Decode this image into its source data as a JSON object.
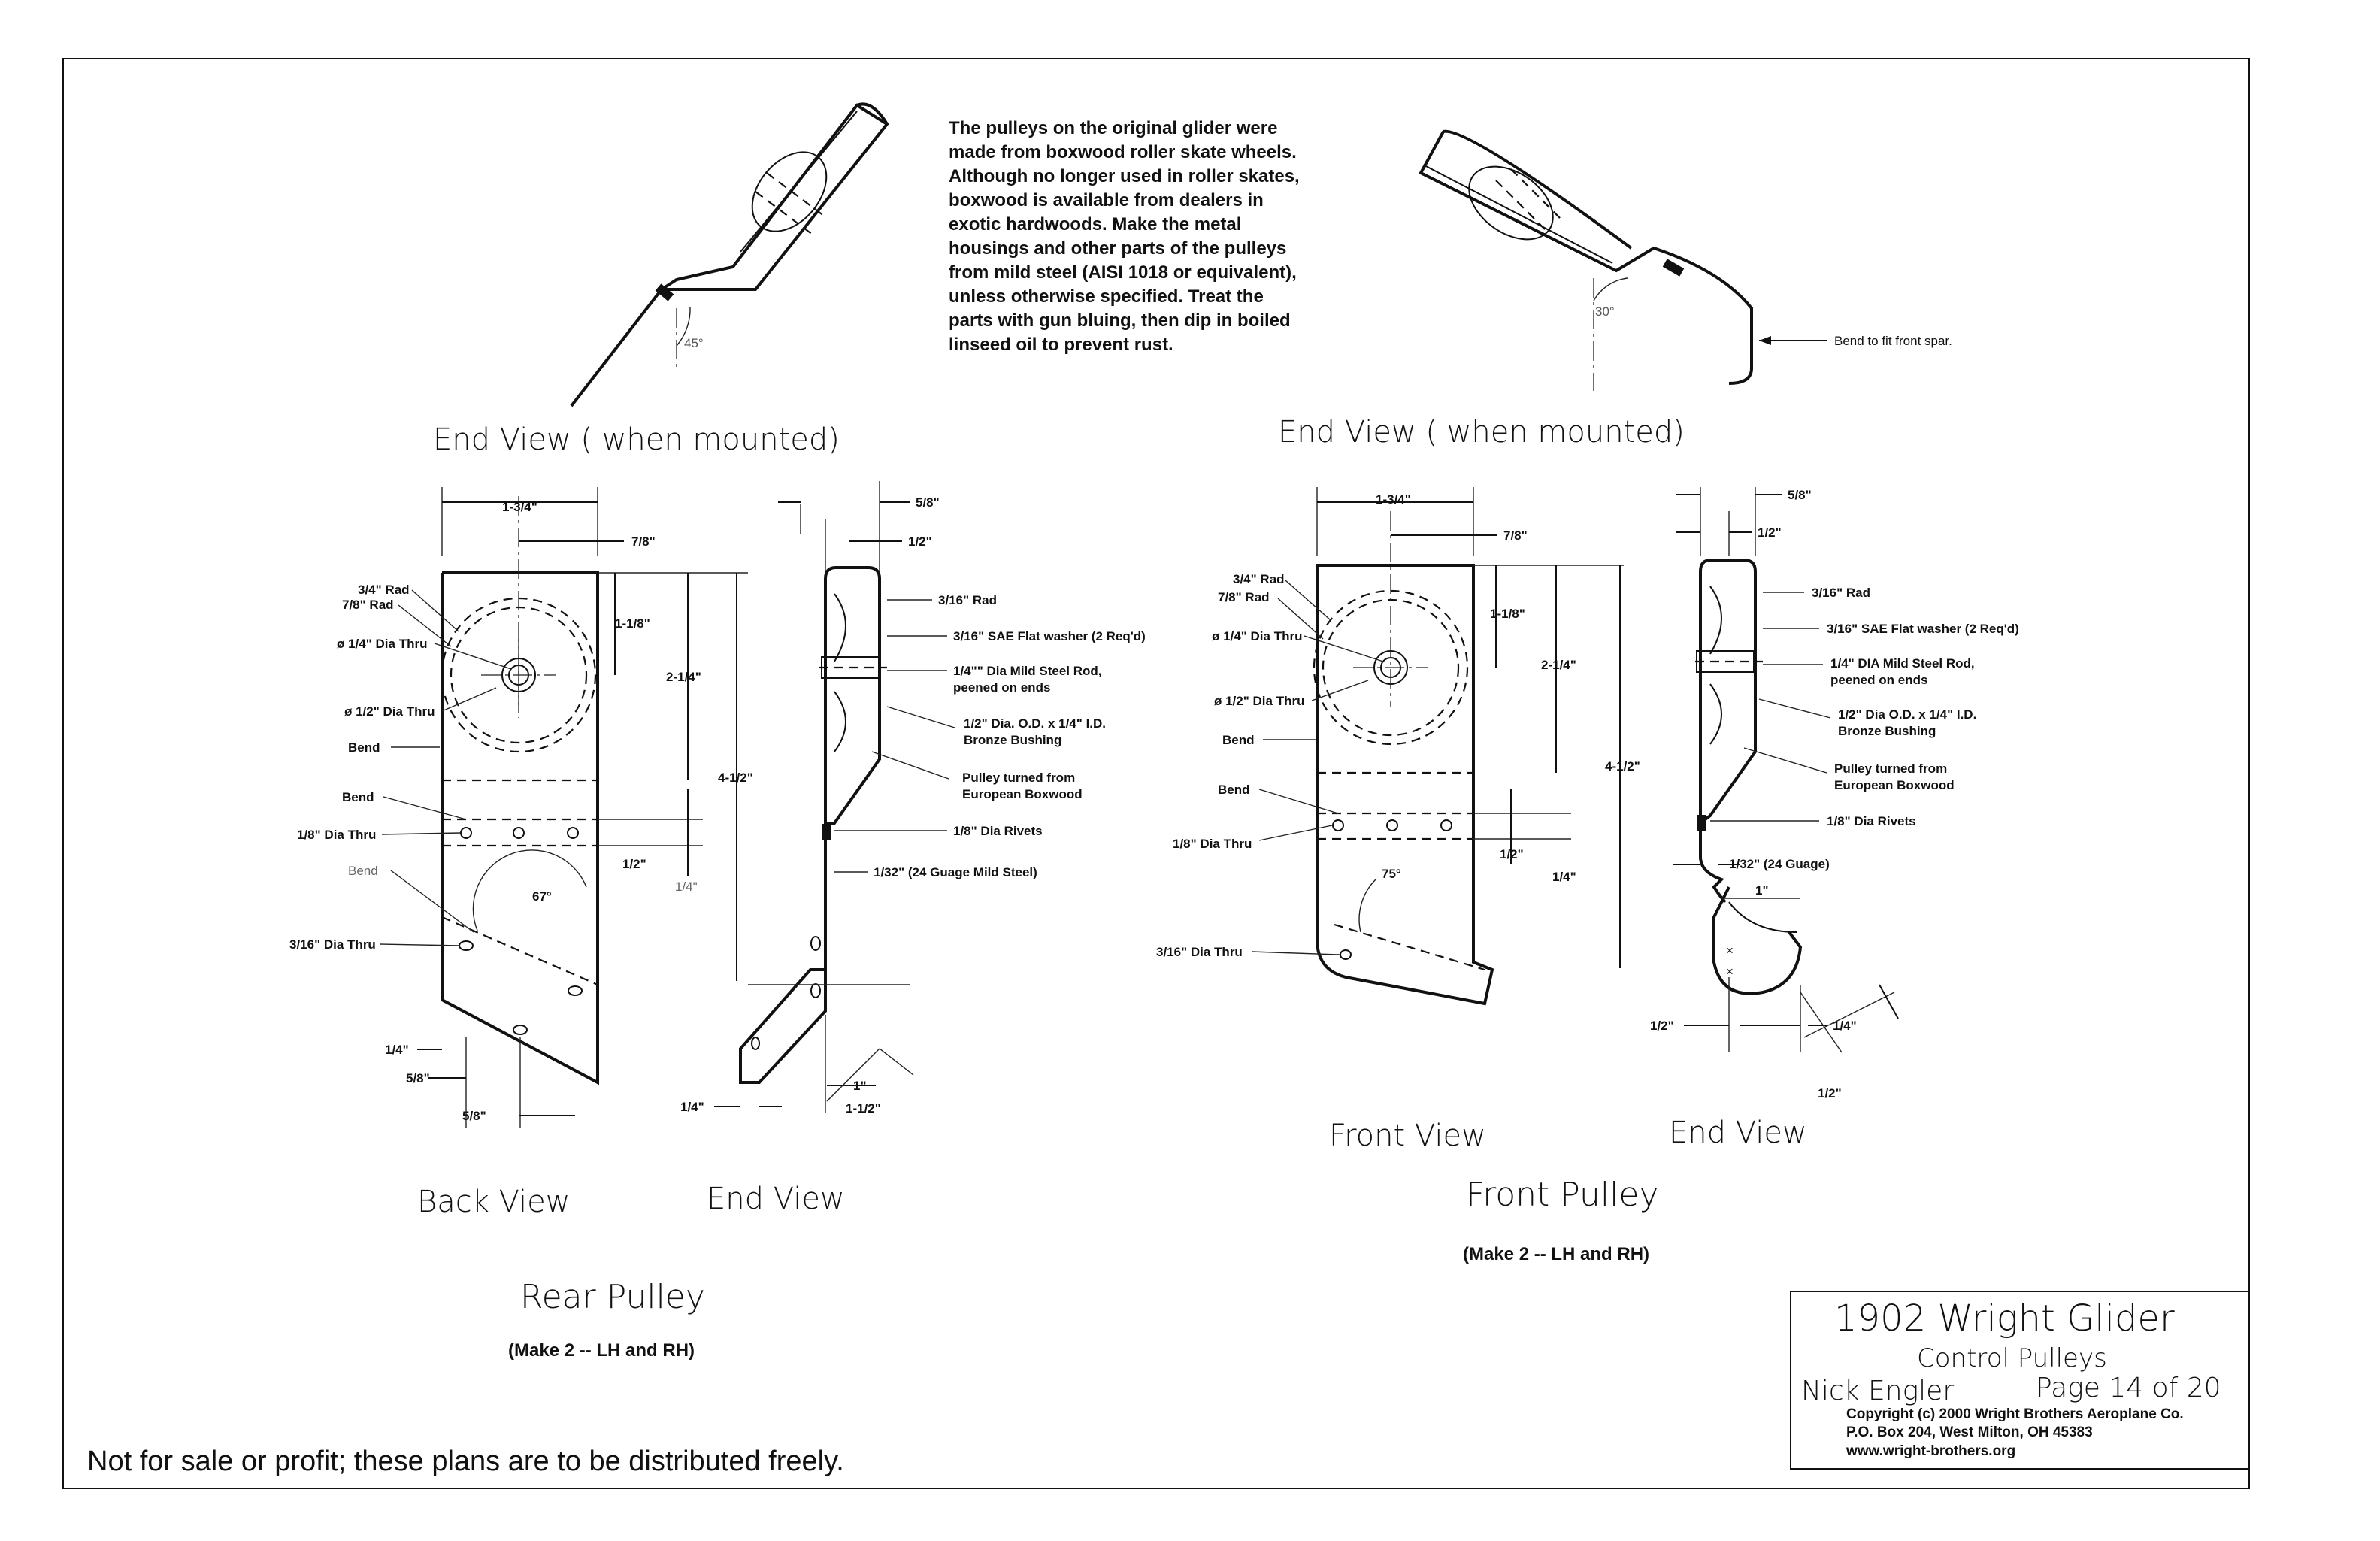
{
  "intro_note": [
    "The pulleys on the original glider were",
    "made from boxwood roller skate wheels.",
    "Although no longer used in roller skates,",
    "boxwood is available from dealers in",
    "exotic hardwoods. Make the metal",
    "housings and other parts of the pulleys",
    "from mild steel (AISI 1018 or equivalent),",
    "unless otherwise specified. Treat the",
    "parts with gun bluing, then dip in boiled",
    "linseed oil to prevent rust."
  ],
  "top_views": {
    "left": {
      "caption": "End View ( when mounted)",
      "angle": "45°"
    },
    "right": {
      "caption": "End View ( when mounted)",
      "angle": "30°",
      "callout": "Bend to fit front spar."
    }
  },
  "rear_pulley": {
    "title": "Rear Pulley",
    "make": "(Make 2 -- LH and RH)",
    "back_view": {
      "caption": "Back View",
      "dims": {
        "width": "1-3/4\"",
        "offset": "7/8\"",
        "d1": "1-1/8\"",
        "d2": "2-1/4\"",
        "d3": "4-1/2\"",
        "d4": "1/2\"",
        "d5": "1/4\"",
        "angle": "67°",
        "b1": "1/4\"",
        "b2": "5/8\"",
        "b3": "5/8\""
      },
      "labels": {
        "rad34": "3/4\" Rad",
        "rad78": "7/8\" Rad",
        "hole14": "ø 1/4\" Dia Thru",
        "hole12": "ø 1/2\" Dia Thru",
        "bend1": "Bend",
        "bend2": "Bend",
        "hole18": "1/8\" Dia Thru",
        "bend3": "Bend",
        "hole316": "3/16\" Dia Thru"
      }
    },
    "end_view": {
      "caption": "End View",
      "dims": {
        "top1": "5/8\"",
        "top2": "1/2\"",
        "b1": "1/4\"",
        "b2": "1\"",
        "b3": "1-1/2\""
      },
      "callouts": [
        "3/16\" Rad",
        "3/16\" SAE Flat washer (2 Req'd)",
        "1/4\"\" Dia Mild Steel Rod,",
        "peened on ends",
        "1/2\" Dia. O.D. x 1/4\" I.D.",
        "Bronze Bushing",
        "Pulley turned from",
        "European Boxwood",
        "1/8\" Dia Rivets",
        "1/32\" (24 Guage Mild Steel)"
      ]
    }
  },
  "front_pulley": {
    "title": "Front Pulley",
    "make": "(Make 2 -- LH and RH)",
    "front_view": {
      "caption": "Front View",
      "dims": {
        "width": "1-3/4\"",
        "offset": "7/8\"",
        "d1": "1-1/8\"",
        "d2": "2-1/4\"",
        "d3": "4-1/2\"",
        "d4": "1/2\"",
        "d5": "1/4\"",
        "angle": "75°"
      },
      "labels": {
        "rad34": "3/4\" Rad",
        "rad78": "7/8\" Rad",
        "hole14": "ø 1/4\" Dia Thru",
        "hole12": "ø 1/2\" Dia Thru",
        "bend1": "Bend",
        "bend2": "Bend",
        "hole18": "1/8\" Dia Thru",
        "hole316": "3/16\" Dia Thru"
      }
    },
    "end_view": {
      "caption": "End View",
      "dims": {
        "top1": "5/8\"",
        "top2": "1/2\"",
        "gauge": "1/32\" (24 Guage)",
        "w": "1\"",
        "b1": "1/2\"",
        "b2": "1/4\"",
        "b3": "1/2\""
      },
      "callouts": [
        "3/16\" Rad",
        "3/16\" SAE Flat washer (2 Req'd)",
        "1/4\" DIA Mild Steel Rod,",
        "peened on ends",
        "1/2\" Dia O.D. x 1/4\" I.D.",
        "Bronze Bushing",
        "Pulley turned from",
        "European Boxwood",
        "1/8\" Dia Rivets"
      ]
    }
  },
  "title_block": {
    "title": "1902 Wright Glider",
    "subtitle": "Control Pulleys",
    "author": "Nick Engler",
    "page": "Page 14 of 20",
    "copyright": "Copyright  (c)  2000 Wright Brothers Aeroplane Co.",
    "address": "P.O. Box 204, West Milton, OH  45383",
    "website": "www.wright-brothers.org"
  },
  "footer": "Not for sale or profit; these plans are to be distributed freely."
}
